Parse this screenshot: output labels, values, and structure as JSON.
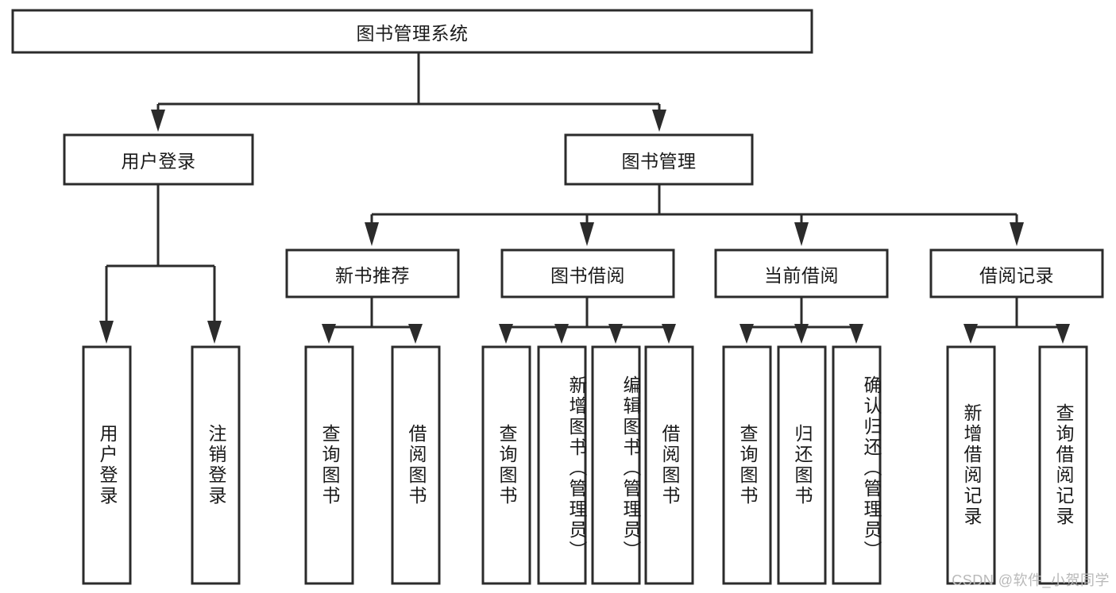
{
  "diagram": {
    "title": "图书管理系统",
    "type": "tree",
    "watermark": "CSDN @软件_小贺同学",
    "levels": {
      "root": {
        "label": "图书管理系统"
      },
      "level2": [
        {
          "id": "user-login",
          "label": "用户登录"
        },
        {
          "id": "book-manage",
          "label": "图书管理"
        }
      ],
      "level3": [
        {
          "id": "new-book-rec",
          "label": "新书推荐"
        },
        {
          "id": "book-borrow",
          "label": "图书借阅"
        },
        {
          "id": "current-borrow",
          "label": "当前借阅"
        },
        {
          "id": "borrow-record",
          "label": "借阅记录"
        }
      ],
      "leaves": [
        {
          "id": "leaf-user-login",
          "label": "用户登录",
          "parent": "user-login"
        },
        {
          "id": "leaf-logout",
          "label": "注销登录",
          "parent": "user-login"
        },
        {
          "id": "leaf-query-book-1",
          "label": "查询图书",
          "parent": "new-book-rec"
        },
        {
          "id": "leaf-borrow-book-1",
          "label": "借阅图书",
          "parent": "new-book-rec"
        },
        {
          "id": "leaf-query-book-2",
          "label": "查询图书",
          "parent": "book-borrow"
        },
        {
          "id": "leaf-add-book",
          "label": "新增图书（管理员）",
          "parent": "book-borrow"
        },
        {
          "id": "leaf-edit-book",
          "label": "编辑图书（管理员）",
          "parent": "book-borrow"
        },
        {
          "id": "leaf-borrow-book-2",
          "label": "借阅图书",
          "parent": "book-borrow"
        },
        {
          "id": "leaf-query-book-3",
          "label": "查询图书",
          "parent": "current-borrow"
        },
        {
          "id": "leaf-return-book",
          "label": "归还图书",
          "parent": "current-borrow"
        },
        {
          "id": "leaf-confirm-return",
          "label": "确认归还（管理员）",
          "parent": "current-borrow"
        },
        {
          "id": "leaf-add-record",
          "label": "新增借阅记录",
          "parent": "borrow-record"
        },
        {
          "id": "leaf-query-record",
          "label": "查询借阅记录",
          "parent": "borrow-record"
        }
      ]
    },
    "colors": {
      "stroke": "#2b2b2b",
      "fill": "#ffffff",
      "text": "#1a1a1a",
      "watermark": "#b9b9b9"
    }
  }
}
